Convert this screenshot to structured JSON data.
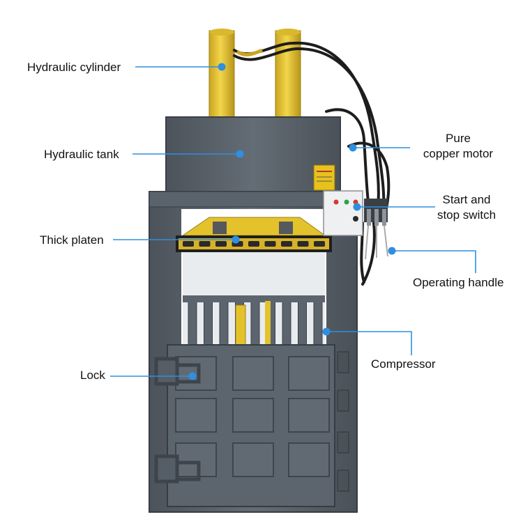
{
  "callout_color": "#2f8fe0",
  "machine_color": "#5b636c",
  "cylinder_color": "#e8c534",
  "labels": {
    "hydraulic_cylinder": "Hydraulic cylinder",
    "hydraulic_tank": "Hydraulic tank",
    "pure_copper_motor_line1": "Pure",
    "pure_copper_motor_line2": "copper motor",
    "start_stop_line1": "Start and",
    "start_stop_line2": "stop switch",
    "thick_platen": "Thick platen",
    "operating_handle": "Operating handle",
    "compressor": "Compressor",
    "lock": "Lock"
  }
}
